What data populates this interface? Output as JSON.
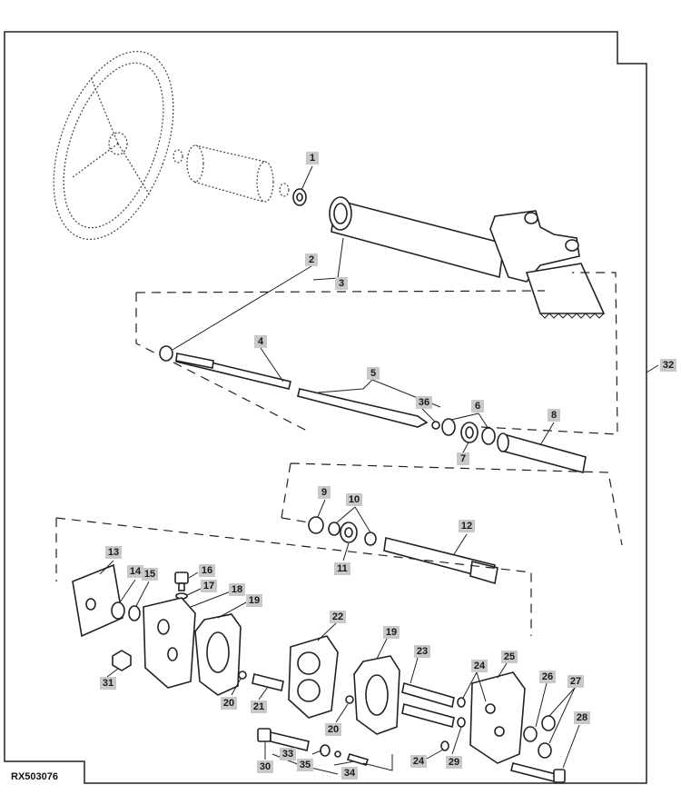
{
  "figure_ref": "RX503076",
  "callouts": [
    {
      "id": "c1",
      "label": "1"
    },
    {
      "id": "c2",
      "label": "2"
    },
    {
      "id": "c3",
      "label": "3"
    },
    {
      "id": "c4",
      "label": "4"
    },
    {
      "id": "c5",
      "label": "5"
    },
    {
      "id": "c6",
      "label": "6"
    },
    {
      "id": "c7",
      "label": "7"
    },
    {
      "id": "c8",
      "label": "8"
    },
    {
      "id": "c9",
      "label": "9"
    },
    {
      "id": "c10",
      "label": "10"
    },
    {
      "id": "c11",
      "label": "11"
    },
    {
      "id": "c12",
      "label": "12"
    },
    {
      "id": "c13",
      "label": "13"
    },
    {
      "id": "c14",
      "label": "14"
    },
    {
      "id": "c15",
      "label": "15"
    },
    {
      "id": "c16",
      "label": "16"
    },
    {
      "id": "c17",
      "label": "17"
    },
    {
      "id": "c18",
      "label": "18"
    },
    {
      "id": "c19a",
      "label": "19"
    },
    {
      "id": "c19b",
      "label": "19"
    },
    {
      "id": "c20a",
      "label": "20"
    },
    {
      "id": "c20b",
      "label": "20"
    },
    {
      "id": "c21",
      "label": "21"
    },
    {
      "id": "c22",
      "label": "22"
    },
    {
      "id": "c23",
      "label": "23"
    },
    {
      "id": "c24a",
      "label": "24"
    },
    {
      "id": "c24b",
      "label": "24"
    },
    {
      "id": "c25",
      "label": "25"
    },
    {
      "id": "c26",
      "label": "26"
    },
    {
      "id": "c27",
      "label": "27"
    },
    {
      "id": "c28",
      "label": "28"
    },
    {
      "id": "c29",
      "label": "29"
    },
    {
      "id": "c30",
      "label": "30"
    },
    {
      "id": "c31",
      "label": "31"
    },
    {
      "id": "c32",
      "label": "32"
    },
    {
      "id": "c33",
      "label": "33"
    },
    {
      "id": "c34",
      "label": "34"
    },
    {
      "id": "c35",
      "label": "35"
    },
    {
      "id": "c36",
      "label": "36"
    }
  ]
}
